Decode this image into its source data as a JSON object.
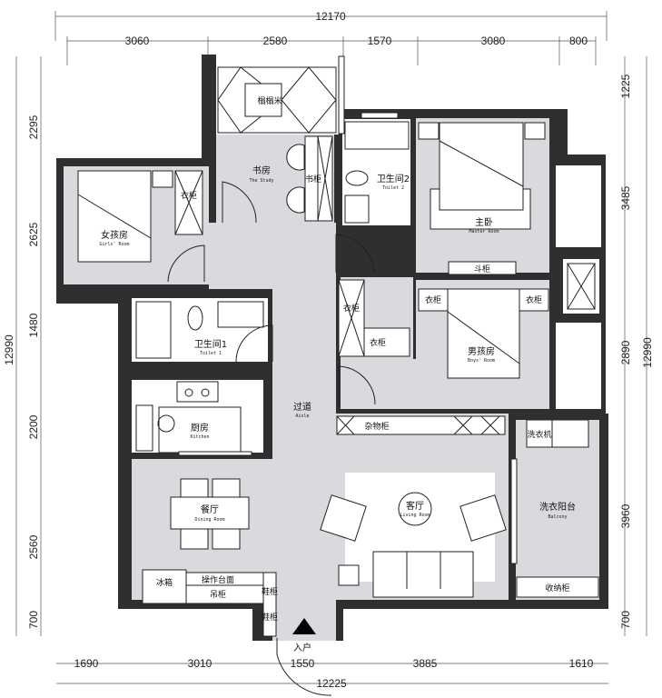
{
  "dimensions": {
    "top_total": "12170",
    "top": [
      "3060",
      "2580",
      "1570",
      "3080",
      "800"
    ],
    "bottom_total": "12225",
    "bottom": [
      "1690",
      "3010",
      "1550",
      "3885",
      "1610"
    ],
    "left_total": "12990",
    "left": [
      "2295",
      "2625",
      "1480",
      "2200",
      "2560",
      "700"
    ],
    "right_total": "12990",
    "right": [
      "1225",
      "3485",
      "2890",
      "3960",
      "700"
    ]
  },
  "rooms": {
    "tatami": {
      "cn": "榻榻米"
    },
    "study": {
      "cn": "书房",
      "en": "The Study"
    },
    "bookcase": {
      "cn": "书柜"
    },
    "toilet2": {
      "cn": "卫生间2",
      "en": "Toilet 2"
    },
    "master": {
      "cn": "主卧",
      "en": "Master Room"
    },
    "girls": {
      "cn": "女孩房",
      "en": "Girls' Room"
    },
    "boys": {
      "cn": "男孩房",
      "en": "Boys' Room"
    },
    "toilet1": {
      "cn": "卫生间1",
      "en": "Toilet 1"
    },
    "kitchen": {
      "cn": "厨房",
      "en": "Kitchen"
    },
    "aisle": {
      "cn": "过道",
      "en": "Aisle"
    },
    "dining": {
      "cn": "餐厅",
      "en": "Dining Room"
    },
    "living": {
      "cn": "客厅",
      "en": "Living Room"
    },
    "laundry": {
      "cn": "洗衣阳台",
      "en": "Balcony"
    },
    "entry": {
      "cn": "入户"
    }
  },
  "furniture": {
    "wardrobe": "衣柜",
    "chest": "斗柜",
    "storage": "杂物柜",
    "washer": "洗衣机",
    "cabinet": "收纳柜",
    "fridge": "冰箱",
    "counter": "操作台面",
    "wall_cabinet": "吊柜",
    "shoe_cabinet": "鞋柜"
  }
}
